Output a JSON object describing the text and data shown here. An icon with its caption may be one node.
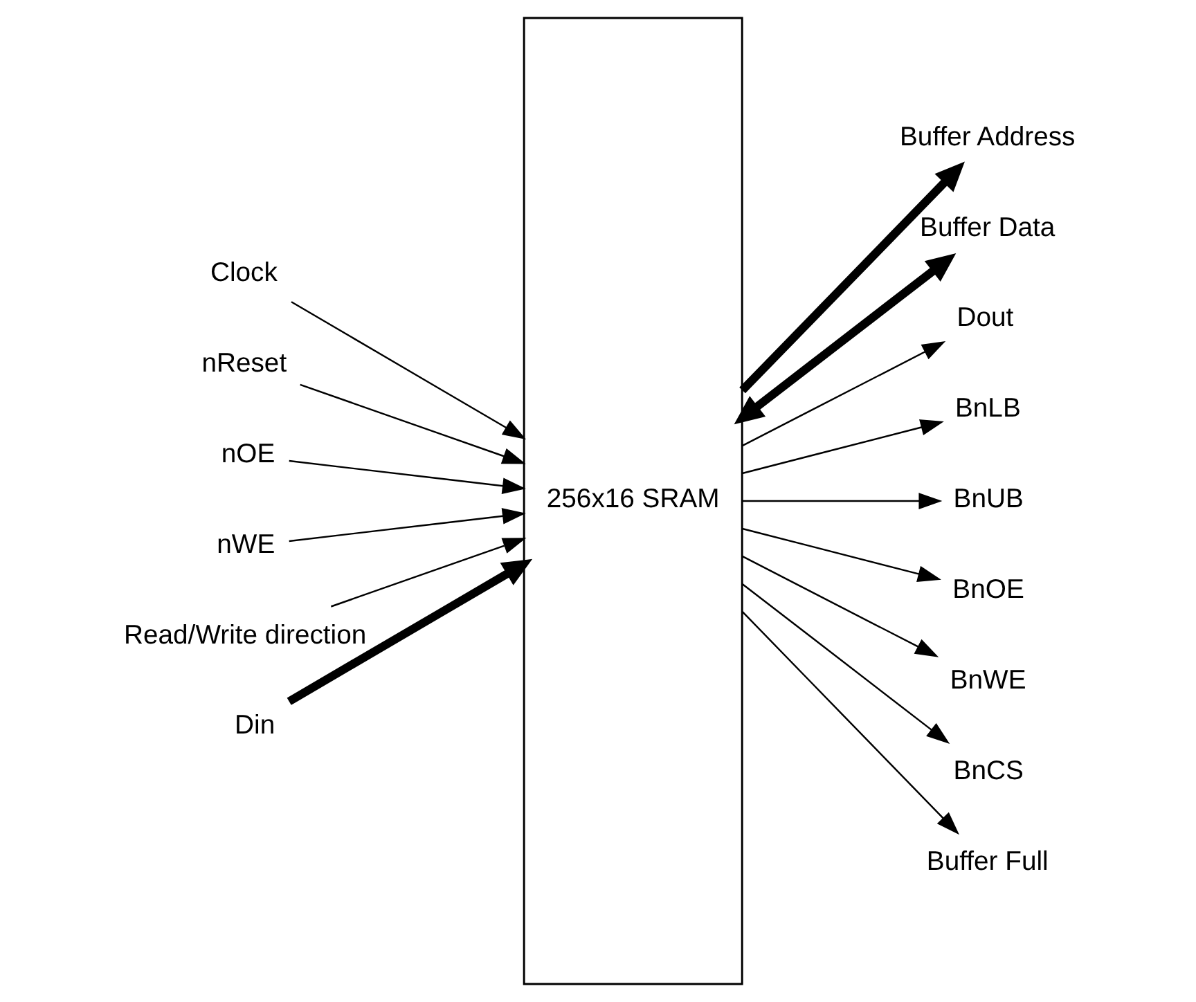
{
  "diagram": {
    "nodes": [
      {
        "text": [
          "Clock"
        ]
      },
      {
        "text": [
          "nReset"
        ]
      },
      {
        "text": [
          "nOE"
        ]
      },
      {
        "text": [
          "nWE"
        ]
      },
      {
        "text": [
          "Read/Write direction"
        ]
      },
      {
        "text": [
          "Din"
        ]
      },
      {
        "text": [
          "256x16 SRAM"
        ]
      },
      {
        "text": [
          "Buffer Address"
        ]
      },
      {
        "text": [
          "Buffer Data"
        ]
      },
      {
        "text": [
          "Dout"
        ]
      },
      {
        "text": [
          "BnLB"
        ]
      },
      {
        "text": [
          "BnUB"
        ]
      },
      {
        "text": [
          "BnOE"
        ]
      },
      {
        "text": [
          "BnWE"
        ]
      },
      {
        "text": [
          "BnCS"
        ]
      },
      {
        "text": [
          "Buffer Full"
        ]
      }
    ],
    "edges": [
      {
        "from": 0,
        "to": 6,
        "arrow": "to"
      },
      {
        "from": 1,
        "to": 6,
        "arrow": "to"
      },
      {
        "from": 2,
        "to": 6,
        "arrow": "to"
      },
      {
        "from": 3,
        "to": 6,
        "arrow": "to"
      },
      {
        "from": 4,
        "to": 6,
        "arrow": "to"
      },
      {
        "from": 5,
        "to": 6,
        "arrow": "to",
        "style": "thick"
      },
      {
        "from": 6,
        "to": 7,
        "arrow": "to",
        "style": "thick"
      },
      {
        "from": 6,
        "to": 8,
        "arrow": "both",
        "style": "thick"
      },
      {
        "from": 6,
        "to": 9,
        "arrow": "to"
      },
      {
        "from": 6,
        "to": 10,
        "arrow": "to"
      },
      {
        "from": 6,
        "to": 11,
        "arrow": "to"
      },
      {
        "from": 6,
        "to": 12,
        "arrow": "to"
      },
      {
        "from": 6,
        "to": 13,
        "arrow": "to"
      },
      {
        "from": 6,
        "to": 14,
        "arrow": "to"
      },
      {
        "from": 6,
        "to": 15,
        "arrow": "to"
      }
    ]
  }
}
